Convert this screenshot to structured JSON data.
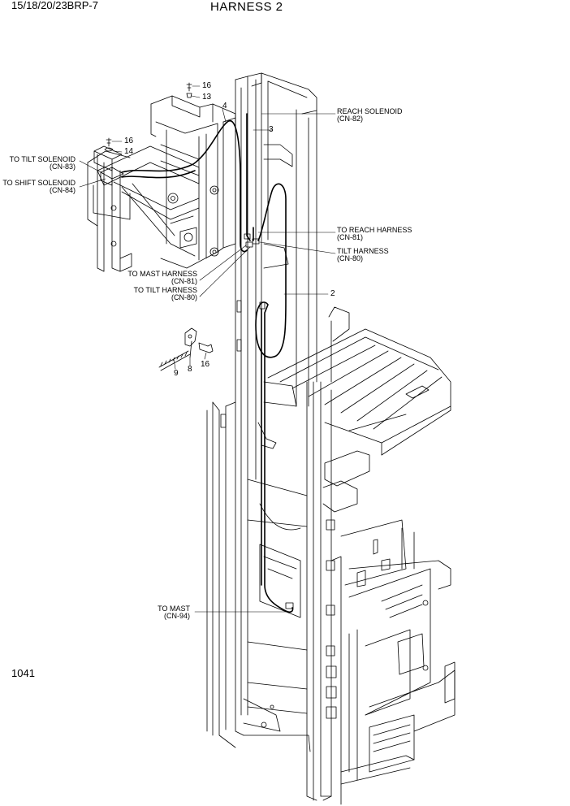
{
  "header": {
    "model": "15/18/20/23BRP-7",
    "title": "HARNESS 2"
  },
  "page_number": "1041",
  "callouts": {
    "reach_solenoid": {
      "line1": "REACH SOLENOID",
      "line2": "(CN-82)"
    },
    "to_reach_harness": {
      "line1": "TO REACH HARNESS",
      "line2": "(CN-81)"
    },
    "tilt_harness": {
      "line1": "TILT HARNESS",
      "line2": "(CN-80)"
    },
    "to_tilt_solenoid": {
      "line1": "TO TILT SOLENOID",
      "line2": "(CN-83)"
    },
    "to_shift_solenoid": {
      "line1": "TO SHIFT SOLENOID",
      "line2": "(CN-84)"
    },
    "to_mast_harness": {
      "line1": "TO MAST HARNESS",
      "line2": "(CN-81)"
    },
    "to_tilt_harness": {
      "line1": "TO TILT HARNESS",
      "line2": "(CN-80)"
    },
    "to_mast": {
      "line1": "TO MAST",
      "line2": "(CN-94)"
    }
  },
  "part_numbers": {
    "p16a": "16",
    "p13": "13",
    "p4": "4",
    "p3": "3",
    "p16b": "16",
    "p14": "14",
    "p2": "2",
    "p9": "9",
    "p8": "8",
    "p16c": "16"
  }
}
